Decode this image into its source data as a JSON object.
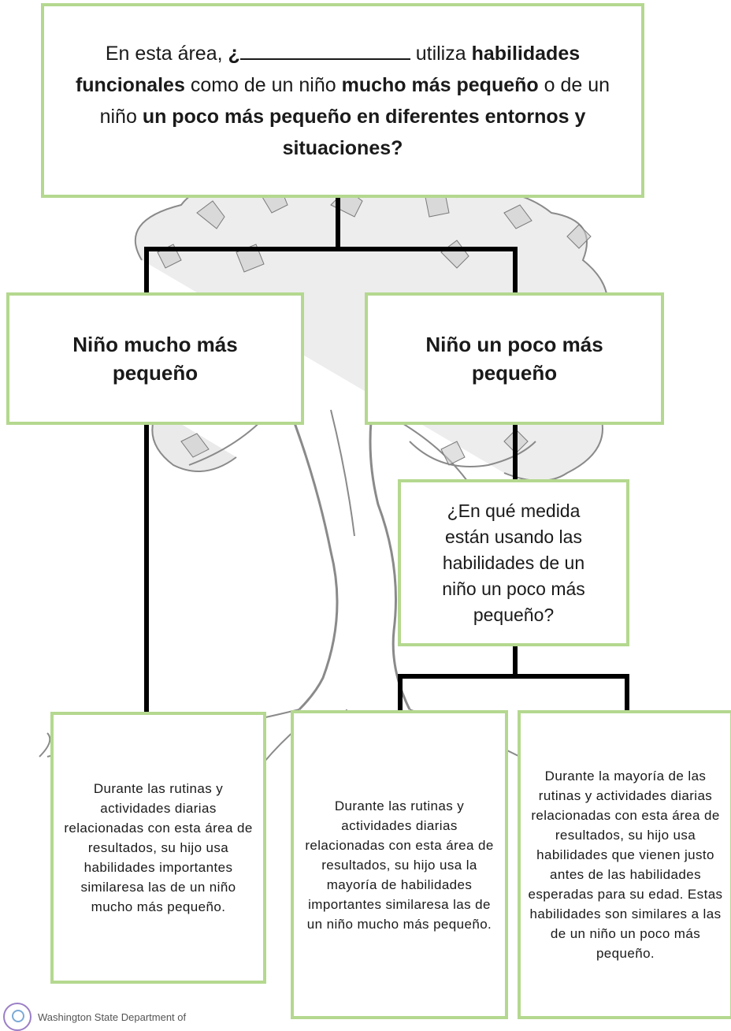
{
  "top_question": {
    "part1": "En esta área, ",
    "q_open": "¿",
    "part2": " utiliza ",
    "bold1": "habilidades funcionales",
    "part3": " como de un niño ",
    "bold2": "mucho más pequeño",
    "part4": " o de un niño ",
    "bold3": "un poco más pequeño en diferentes entornos y situaciones?"
  },
  "left_heading": "Niño mucho más pequeño",
  "right_heading": "Niño un poco más pequeño",
  "middle_question": "¿En qué medida están usando las habilidades de un niño un poco más pequeño?",
  "leaves": [
    "Durante las rutinas y actividades diarias relacionadas con esta área de resultados, su hijo usa habilidades importantes similaresa las de un niño mucho más pequeño.",
    "Durante las rutinas y actividades diarias relacionadas con esta área de resultados, su hijo usa la mayoría de habilidades importantes similaresa las de un niño mucho más pequeño.",
    "Durante la mayoría de las rutinas y actividades diarias relacionadas con esta área de resultados, su hijo usa habilidades que vienen justo antes de las habilidades esperadas para su edad. Estas habilidades son similares a las de un niño un poco más pequeño."
  ],
  "footer_text": "Washington State Department of",
  "colors": {
    "box_border": "#b4d88f",
    "connector": "#000000"
  },
  "icons": {
    "footer_logo": "circle-logo-icon"
  }
}
